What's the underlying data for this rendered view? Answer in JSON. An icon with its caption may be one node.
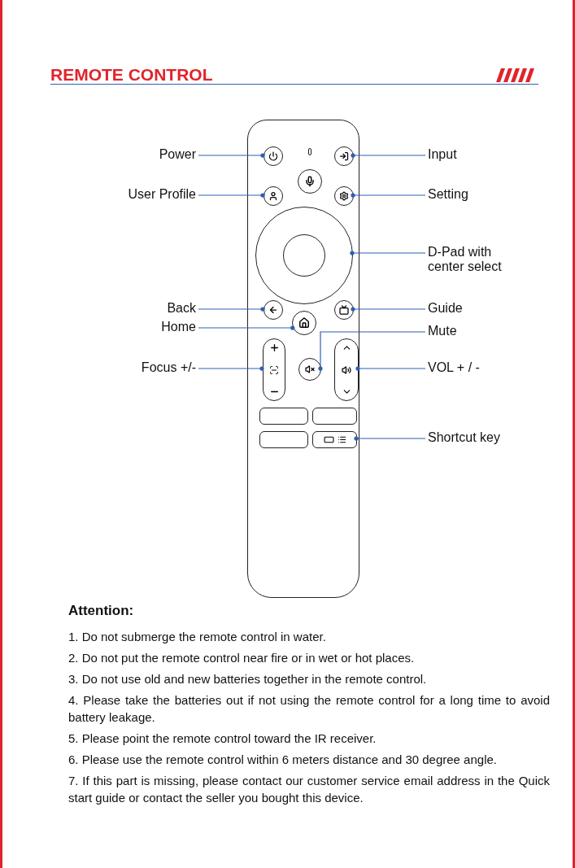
{
  "diagram": {
    "title": "REMOTE CONTROL",
    "nodes": [
      {
        "text": [],
        "shape": "box"
      },
      {
        "text": [],
        "shape": "circle",
        "in": 0
      },
      {
        "text": [],
        "shape": "circle",
        "in": 0
      },
      {
        "text": [],
        "shape": "circle",
        "in": 0
      },
      {
        "text": [],
        "shape": "circle",
        "in": 0
      },
      {
        "text": [],
        "shape": "circle",
        "in": 0
      },
      {
        "text": [],
        "shape": "circle",
        "in": 0
      },
      {
        "text": [],
        "shape": "circle",
        "in": 0
      },
      {
        "text": [],
        "shape": "circle",
        "in": 0
      },
      {
        "text": [],
        "shape": "circle",
        "in": 0
      },
      {
        "text": [],
        "shape": "box",
        "in": 0
      },
      {
        "text": [],
        "shape": "circle",
        "in": 0
      },
      {
        "text": [],
        "shape": "box",
        "in": 0
      },
      {
        "text": [],
        "shape": "box",
        "in": 0
      },
      {
        "text": [],
        "shape": "box",
        "in": 0
      },
      {
        "text": [],
        "shape": "box",
        "in": 0
      },
      {
        "text": [],
        "shape": "box",
        "in": 0
      },
      {
        "text": [
          "Power"
        ]
      },
      {
        "text": [
          "User Profile"
        ]
      },
      {
        "text": [
          "Back"
        ]
      },
      {
        "text": [
          "Home"
        ]
      },
      {
        "text": [
          "Focus +/-"
        ]
      },
      {
        "text": [
          "Input"
        ]
      },
      {
        "text": [
          "Setting"
        ]
      },
      {
        "text": [
          "D-Pad with center select"
        ]
      },
      {
        "text": [
          "Guide"
        ]
      },
      {
        "text": [
          "Mute"
        ]
      },
      {
        "text": [
          "VOL + / -"
        ]
      },
      {
        "text": [
          "Shortcut key"
        ]
      }
    ],
    "edges": [
      {
        "from": 17,
        "to": 1,
        "arrow": "other"
      },
      {
        "from": 18,
        "to": 4,
        "arrow": "other"
      },
      {
        "from": 19,
        "to": 7,
        "arrow": "other"
      },
      {
        "from": 20,
        "to": 9,
        "arrow": "other"
      },
      {
        "from": 21,
        "to": 10,
        "arrow": "other"
      },
      {
        "from": 22,
        "to": 2,
        "arrow": "other"
      },
      {
        "from": 23,
        "to": 5,
        "arrow": "other"
      },
      {
        "from": 24,
        "to": 6,
        "arrow": "other"
      },
      {
        "from": 25,
        "to": 8,
        "arrow": "other"
      },
      {
        "from": 26,
        "to": 11,
        "arrow": "other"
      },
      {
        "from": 27,
        "to": 12,
        "arrow": "other"
      },
      {
        "from": 28,
        "to": 16,
        "arrow": "other"
      }
    ],
    "labels": [
      "Attention:",
      "1. Do not submerge the remote control in water.",
      "2. Do not put the remote control near fire or in wet or hot places.",
      "3. Do not use old and new batteries together in the remote control.",
      "4. Please take the batteries out if not using the remote control for a long time to avoid battery leakage.",
      "5. Please point the remote control toward the IR receiver.",
      "6. Please use the remote control within 6 meters distance and 30 degree angle.",
      "7. If this part is missing, please contact our customer service email address in the Quick start guide or contact the seller you bought this device."
    ]
  }
}
